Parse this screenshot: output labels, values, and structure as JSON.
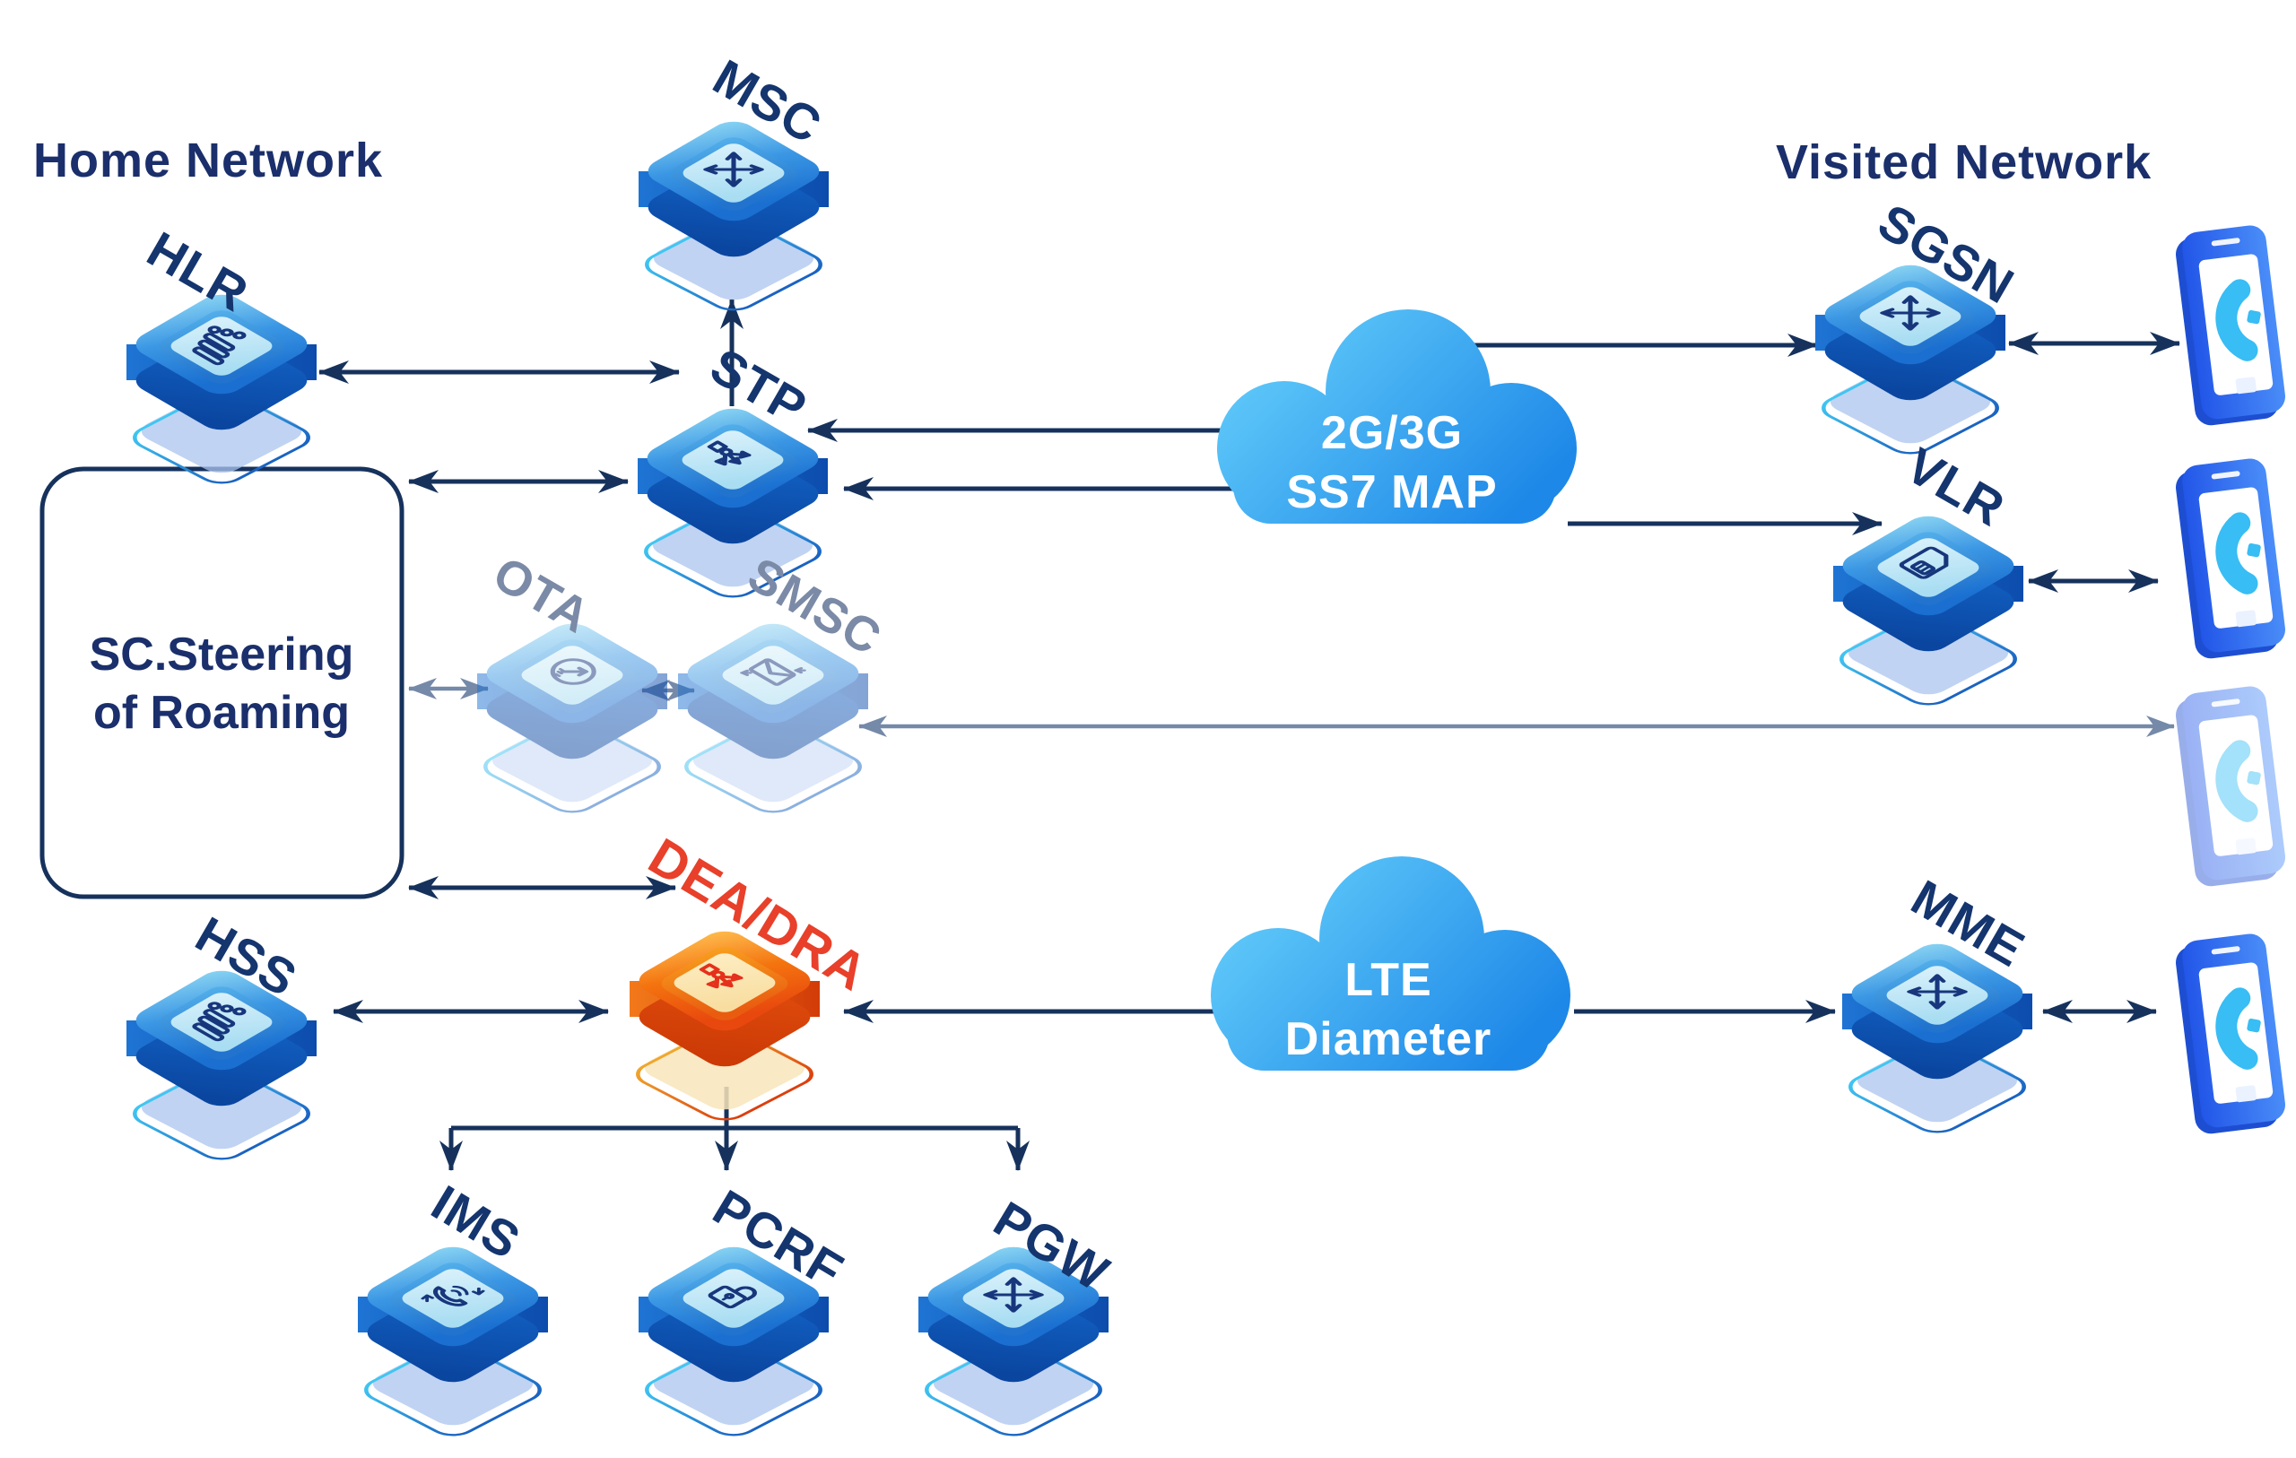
{
  "headings": {
    "home": "Home Network",
    "visited": "Visited Network"
  },
  "steering_box": {
    "line1": "SC.Steering",
    "line2": "of Roaming"
  },
  "clouds": {
    "ss7": {
      "line1": "2G/3G",
      "line2": "SS7 MAP"
    },
    "lte": {
      "line1": "LTE",
      "line2": "Diameter"
    }
  },
  "nodes": {
    "msc": "MSC",
    "hlr": "HLR",
    "stp": "STP",
    "ota": "OTA",
    "smsc": "SMSC",
    "hss": "HSS",
    "dea": "DEA/DRA",
    "ims": "IMS",
    "pcrf": "PCRF",
    "pgw": "PGW",
    "sgsn": "SGSN",
    "vlr": "VLR",
    "mme": "MME"
  },
  "colors": {
    "arrow_navy": "#16325c",
    "arrow_gray": "#7589a8",
    "heading_navy": "#1a2f6b",
    "label_navy": "#14356e",
    "label_gray": "#7b8aa6",
    "label_red": "#e8402a",
    "cube_blue_top": "#3b97e4",
    "cube_blue_side": "#0b4aa4",
    "cube_screen": "#c9ecf9",
    "cube_orange_top": "#f4740f",
    "cube_orange_side": "#cc3a06",
    "cloud_light": "#5ec8f9",
    "cloud_dark": "#1e88e8",
    "phone_body": "#2a67f2",
    "phone_glyph": "#38bdf4",
    "shadow_fill": "#abc4ef"
  }
}
